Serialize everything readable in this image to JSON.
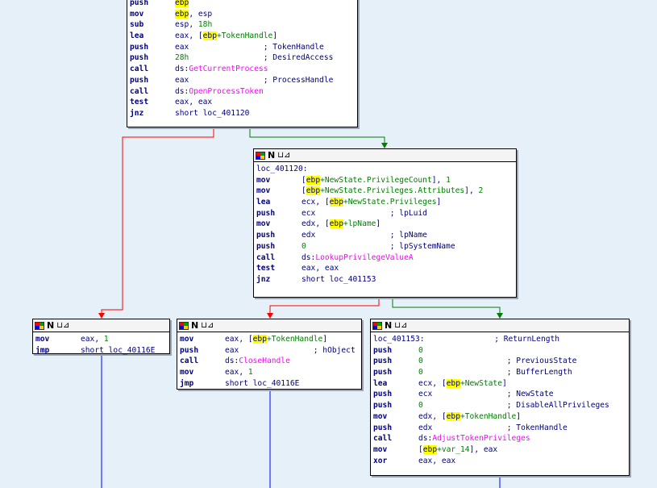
{
  "colors": {
    "background": "#e5f0f9",
    "mnemonic": "#000080",
    "api_call": "#ff00ff",
    "stack_var": "#008000",
    "register_highlight": "#ffff00",
    "edge_true": "#008000",
    "edge_false": "#ff0000",
    "edge_unconditional": "#0000ff"
  },
  "header": {
    "mode_letter": "N",
    "graph_glyph": "⊔⊿"
  },
  "nodes": {
    "top": {
      "lines": [
        {
          "m": "push",
          "segs": [
            {
              "t": "ebp",
              "c": "hl"
            }
          ]
        },
        {
          "m": "mov",
          "segs": [
            {
              "t": "ebp",
              "c": "hl"
            },
            {
              "t": ", esp",
              "c": ""
            }
          ]
        },
        {
          "m": "sub",
          "segs": [
            {
              "t": "esp, ",
              "c": ""
            },
            {
              "t": "18h",
              "c": "num"
            }
          ]
        },
        {
          "m": "lea",
          "segs": [
            {
              "t": "eax, [",
              "c": ""
            },
            {
              "t": "ebp",
              "c": "hl"
            },
            {
              "t": "+TokenHandle",
              "c": "var"
            },
            {
              "t": "]",
              "c": ""
            }
          ]
        },
        {
          "m": "push",
          "segs": [
            {
              "t": "eax                ",
              "c": ""
            },
            {
              "t": "; TokenHandle",
              "c": "com"
            }
          ]
        },
        {
          "m": "push",
          "segs": [
            {
              "t": "28h",
              "c": "num"
            },
            {
              "t": "                ",
              "c": ""
            },
            {
              "t": "; DesiredAccess",
              "c": "com"
            }
          ]
        },
        {
          "m": "call",
          "segs": [
            {
              "t": "ds:",
              "c": ""
            },
            {
              "t": "GetCurrentProcess",
              "c": "api"
            }
          ]
        },
        {
          "m": "push",
          "segs": [
            {
              "t": "eax                ",
              "c": ""
            },
            {
              "t": "; ProcessHandle",
              "c": "com"
            }
          ]
        },
        {
          "m": "call",
          "segs": [
            {
              "t": "ds:",
              "c": ""
            },
            {
              "t": "OpenProcessToken",
              "c": "api"
            }
          ]
        },
        {
          "m": "test",
          "segs": [
            {
              "t": "eax, eax",
              "c": ""
            }
          ]
        },
        {
          "m": "jnz",
          "segs": [
            {
              "t": "short loc_401120",
              "c": ""
            }
          ]
        }
      ]
    },
    "lookup": {
      "lines": [
        {
          "label": "loc_401120:"
        },
        {
          "m": "mov",
          "segs": [
            {
              "t": "[",
              "c": ""
            },
            {
              "t": "ebp",
              "c": "hl"
            },
            {
              "t": "+NewState.PrivilegeCount",
              "c": "var"
            },
            {
              "t": "], ",
              "c": ""
            },
            {
              "t": "1",
              "c": "num"
            }
          ]
        },
        {
          "m": "mov",
          "segs": [
            {
              "t": "[",
              "c": ""
            },
            {
              "t": "ebp",
              "c": "hl"
            },
            {
              "t": "+NewState.Privileges.Attributes",
              "c": "var"
            },
            {
              "t": "], ",
              "c": ""
            },
            {
              "t": "2",
              "c": "num"
            }
          ]
        },
        {
          "m": "lea",
          "segs": [
            {
              "t": "ecx, [",
              "c": ""
            },
            {
              "t": "ebp",
              "c": "hl"
            },
            {
              "t": "+NewState.Privileges",
              "c": "var"
            },
            {
              "t": "]",
              "c": ""
            }
          ]
        },
        {
          "m": "push",
          "segs": [
            {
              "t": "ecx                ",
              "c": ""
            },
            {
              "t": "; lpLuid",
              "c": "com"
            }
          ]
        },
        {
          "m": "mov",
          "segs": [
            {
              "t": "edx, [",
              "c": ""
            },
            {
              "t": "ebp",
              "c": "hl"
            },
            {
              "t": "+lpName",
              "c": "var"
            },
            {
              "t": "]",
              "c": ""
            }
          ]
        },
        {
          "m": "push",
          "segs": [
            {
              "t": "edx                ",
              "c": ""
            },
            {
              "t": "; lpName",
              "c": "com"
            }
          ]
        },
        {
          "m": "push",
          "segs": [
            {
              "t": "0",
              "c": "num"
            },
            {
              "t": "                  ",
              "c": ""
            },
            {
              "t": "; lpSystemName",
              "c": "com"
            }
          ]
        },
        {
          "m": "call",
          "segs": [
            {
              "t": "ds:",
              "c": ""
            },
            {
              "t": "LookupPrivilegeValueA",
              "c": "api"
            }
          ]
        },
        {
          "m": "test",
          "segs": [
            {
              "t": "eax, eax",
              "c": ""
            }
          ]
        },
        {
          "m": "jnz",
          "segs": [
            {
              "t": "short loc_401153",
              "c": ""
            }
          ]
        }
      ]
    },
    "fail1": {
      "lines": [
        {
          "m": "mov",
          "segs": [
            {
              "t": "eax, ",
              "c": ""
            },
            {
              "t": "1",
              "c": "num"
            }
          ]
        },
        {
          "m": "jmp",
          "segs": [
            {
              "t": "short loc_40116E",
              "c": ""
            }
          ]
        }
      ]
    },
    "fail2": {
      "lines": [
        {
          "m": "mov",
          "segs": [
            {
              "t": "eax, [",
              "c": ""
            },
            {
              "t": "ebp",
              "c": "hl"
            },
            {
              "t": "+TokenHandle",
              "c": "var"
            },
            {
              "t": "]",
              "c": ""
            }
          ]
        },
        {
          "m": "push",
          "segs": [
            {
              "t": "eax                ",
              "c": ""
            },
            {
              "t": "; hObject",
              "c": "com"
            }
          ]
        },
        {
          "m": "call",
          "segs": [
            {
              "t": "ds:",
              "c": ""
            },
            {
              "t": "CloseHandle",
              "c": "api"
            }
          ]
        },
        {
          "m": "mov",
          "segs": [
            {
              "t": "eax, ",
              "c": ""
            },
            {
              "t": "1",
              "c": "num"
            }
          ]
        },
        {
          "m": "jmp",
          "segs": [
            {
              "t": "short loc_40116E",
              "c": ""
            }
          ]
        }
      ]
    },
    "adjust": {
      "lines": [
        {
          "label": "loc_401153:",
          "segs": [
            {
              "t": "               ",
              "c": ""
            },
            {
              "t": "; ReturnLength",
              "c": "com"
            }
          ]
        },
        {
          "m": "push",
          "segs": [
            {
              "t": "0",
              "c": "num"
            }
          ]
        },
        {
          "m": "push",
          "segs": [
            {
              "t": "0",
              "c": "num"
            },
            {
              "t": "                  ",
              "c": ""
            },
            {
              "t": "; PreviousState",
              "c": "com"
            }
          ]
        },
        {
          "m": "push",
          "segs": [
            {
              "t": "0",
              "c": "num"
            },
            {
              "t": "                  ",
              "c": ""
            },
            {
              "t": "; BufferLength",
              "c": "com"
            }
          ]
        },
        {
          "m": "lea",
          "segs": [
            {
              "t": "ecx, [",
              "c": ""
            },
            {
              "t": "ebp",
              "c": "hl"
            },
            {
              "t": "+NewState",
              "c": "var"
            },
            {
              "t": "]",
              "c": ""
            }
          ]
        },
        {
          "m": "push",
          "segs": [
            {
              "t": "ecx                ",
              "c": ""
            },
            {
              "t": "; NewState",
              "c": "com"
            }
          ]
        },
        {
          "m": "push",
          "segs": [
            {
              "t": "0",
              "c": "num"
            },
            {
              "t": "                  ",
              "c": ""
            },
            {
              "t": "; DisableAllPrivileges",
              "c": "com"
            }
          ]
        },
        {
          "m": "mov",
          "segs": [
            {
              "t": "edx, [",
              "c": ""
            },
            {
              "t": "ebp",
              "c": "hl"
            },
            {
              "t": "+TokenHandle",
              "c": "var"
            },
            {
              "t": "]",
              "c": ""
            }
          ]
        },
        {
          "m": "push",
          "segs": [
            {
              "t": "edx                ",
              "c": ""
            },
            {
              "t": "; TokenHandle",
              "c": "com"
            }
          ]
        },
        {
          "m": "call",
          "segs": [
            {
              "t": "ds:",
              "c": ""
            },
            {
              "t": "AdjustTokenPrivileges",
              "c": "api"
            }
          ]
        },
        {
          "m": "mov",
          "segs": [
            {
              "t": "[",
              "c": ""
            },
            {
              "t": "ebp",
              "c": "hl"
            },
            {
              "t": "+var_14",
              "c": "var"
            },
            {
              "t": "], eax",
              "c": ""
            }
          ]
        },
        {
          "m": "xor",
          "segs": [
            {
              "t": "eax, eax",
              "c": ""
            }
          ]
        }
      ]
    }
  }
}
